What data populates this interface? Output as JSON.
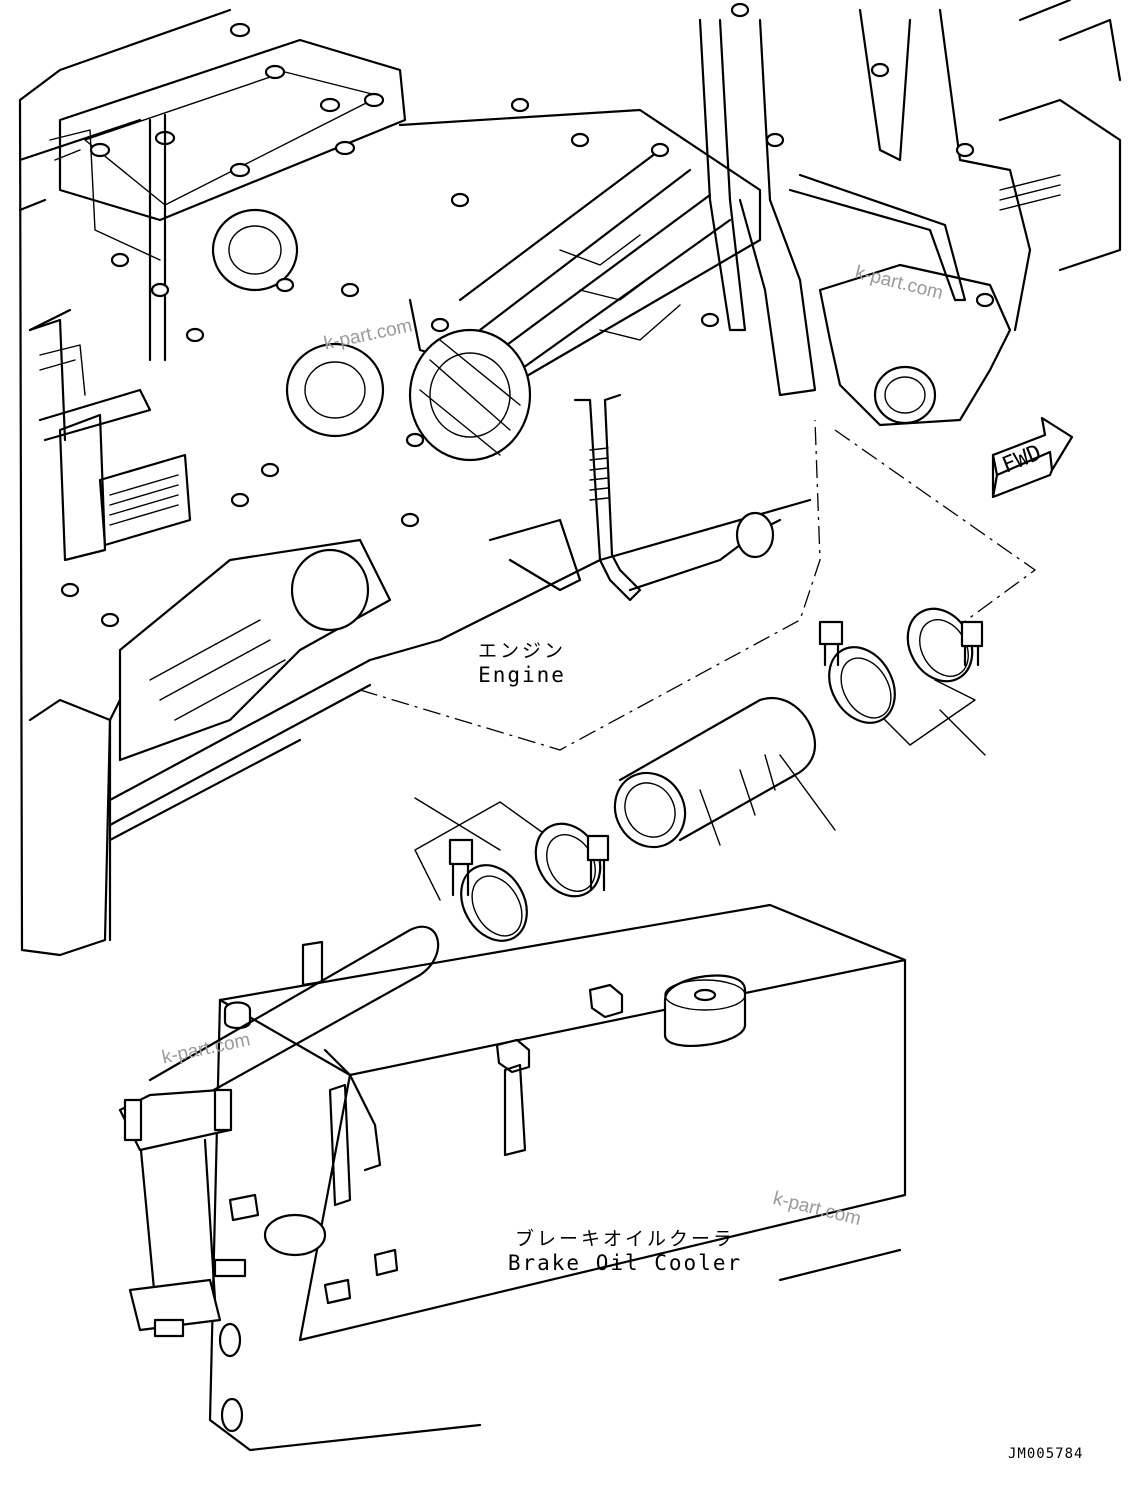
{
  "labels": {
    "engine": {
      "jp": "エンジン",
      "en": "Engine"
    },
    "brake_oil_cooler": {
      "jp": "ブレーキオイルクーラ",
      "en": "Brake Oil Cooler"
    }
  },
  "direction_marker": "FWD",
  "watermark": "k-part.com",
  "drawing_id": "JM005784",
  "colors": {
    "line": "#000000",
    "background": "#ffffff",
    "watermark": "#9a9a9a"
  }
}
